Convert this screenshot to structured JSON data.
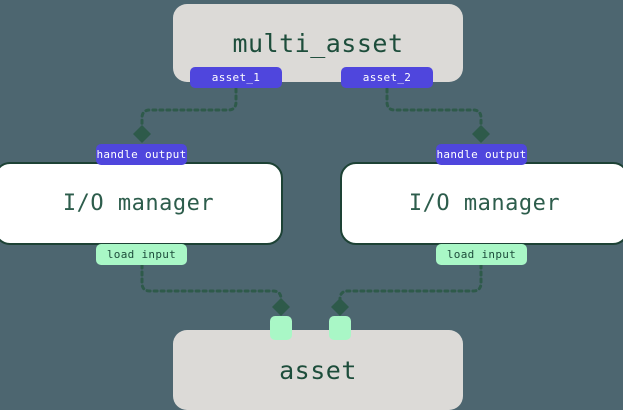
{
  "diagram": {
    "type": "asset-graph",
    "title": "multi_asset to asset via I/O manager",
    "background_color": "#4d6670",
    "nodes": {
      "multi_asset": {
        "label": "multi_asset",
        "kind": "op-box",
        "fill": "#dcdad7",
        "text_color": "#1d4d3b"
      },
      "asset": {
        "label": "asset",
        "kind": "op-box",
        "fill": "#dcdad7",
        "text_color": "#1d4d3b"
      },
      "io_manager_left": {
        "label": "I/O manager",
        "kind": "io-manager-box",
        "fill": "#ffffff",
        "border_color": "#1d4235",
        "text_color": "#2d5d4c"
      },
      "io_manager_right": {
        "label": "I/O manager",
        "kind": "io-manager-box",
        "fill": "#ffffff",
        "border_color": "#1d4235",
        "text_color": "#2d5d4c"
      }
    },
    "badges": {
      "asset_1": {
        "label": "asset_1",
        "color": "#4f46dd",
        "text_color": "#ffffff"
      },
      "asset_2": {
        "label": "asset_2",
        "color": "#4f46dd",
        "text_color": "#ffffff"
      },
      "handle_output_left": {
        "label": "handle output",
        "color": "#4f46dd",
        "text_color": "#ffffff"
      },
      "handle_output_right": {
        "label": "handle output",
        "color": "#4f46dd",
        "text_color": "#ffffff"
      },
      "load_input_left": {
        "label": "load input",
        "color": "#a9f7c6",
        "text_color": "#1d4d3b"
      },
      "load_input_right": {
        "label": "load input",
        "color": "#a9f7c6",
        "text_color": "#1d4d3b"
      },
      "asset_input_stub_left": {
        "label": "",
        "color": "#a9f7c6",
        "text_color": "#1d4d3b"
      },
      "asset_input_stub_right": {
        "label": "",
        "color": "#a9f7c6",
        "text_color": "#1d4d3b"
      }
    },
    "edges": [
      {
        "from": "asset_1",
        "to": "handle_output_left",
        "style": "dotted",
        "color": "#2e5a4a",
        "arrow": "diamond"
      },
      {
        "from": "asset_2",
        "to": "handle_output_right",
        "style": "dotted",
        "color": "#2e5a4a",
        "arrow": "diamond"
      },
      {
        "from": "load_input_left",
        "to": "asset_input_stub_left",
        "style": "dotted",
        "color": "#2e5a4a",
        "arrow": "diamond"
      },
      {
        "from": "load_input_right",
        "to": "asset_input_stub_right",
        "style": "dotted",
        "color": "#2e5a4a",
        "arrow": "diamond"
      }
    ]
  }
}
